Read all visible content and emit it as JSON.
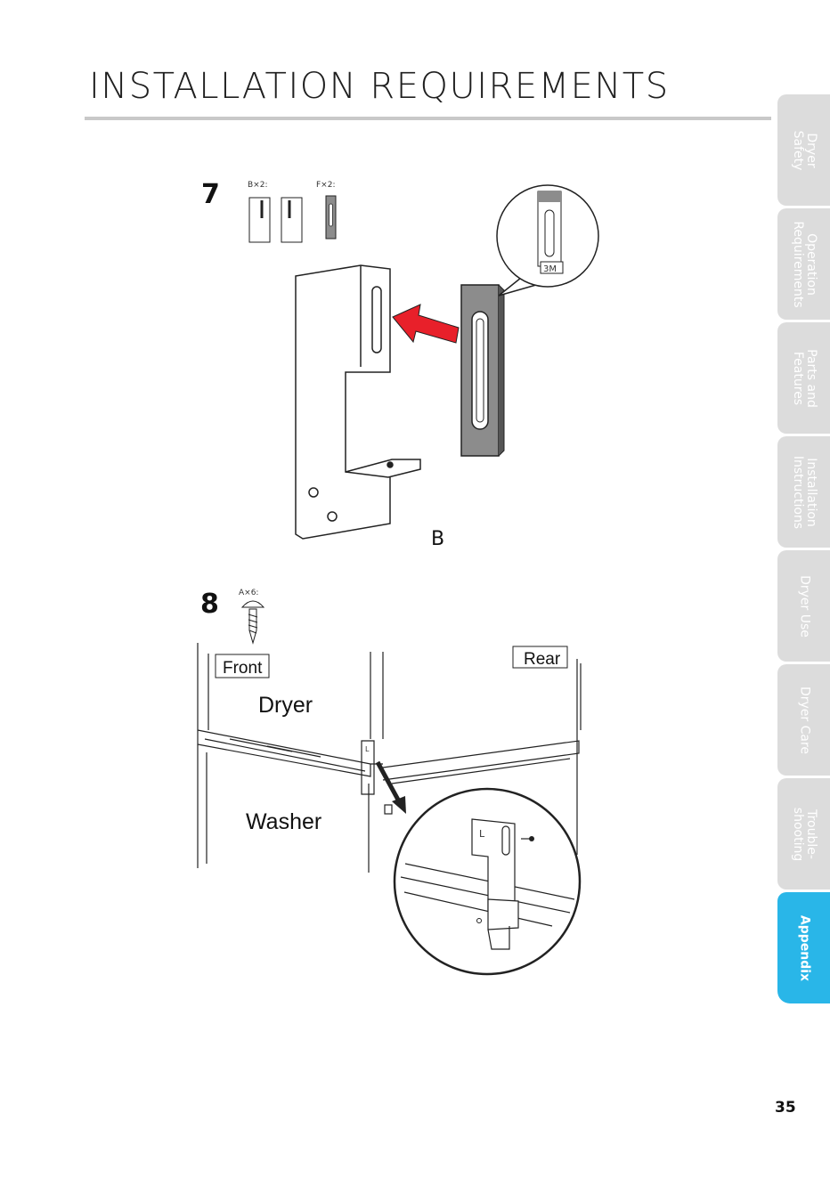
{
  "header": {
    "title": "INSTALLATION REQUIREMENTS"
  },
  "tabs": [
    {
      "label": "Dryer\nSafety",
      "active": false
    },
    {
      "label": "Operation\nRequirements",
      "active": false
    },
    {
      "label": "Parts and\nFeatures",
      "active": false
    },
    {
      "label": "Installation\nInstructions",
      "active": false
    },
    {
      "label": "Dryer Use",
      "active": false
    },
    {
      "label": "Dryer Care",
      "active": false
    },
    {
      "label": "Trouble-\nshooting",
      "active": false
    },
    {
      "label": "Appendix",
      "active": true
    }
  ],
  "step7": {
    "number": "7",
    "part_b_qty": "B×2:",
    "part_f_qty": "F×2:",
    "tape_label": "3M",
    "bracket_label": "B"
  },
  "step8": {
    "number": "8",
    "screw_qty": "A×6:",
    "front_label": "Front",
    "rear_label": "Rear",
    "dryer_label": "Dryer",
    "washer_label": "Washer",
    "bracket_side_left": "L",
    "bracket_side_left_zoom": "L"
  },
  "colors": {
    "accent": "#29b6e8",
    "tab_gray": "#dcdcdc",
    "arrow_red": "#e8202a",
    "pad_gray": "#8c8c8c"
  },
  "footer": {
    "page_number": "35"
  }
}
